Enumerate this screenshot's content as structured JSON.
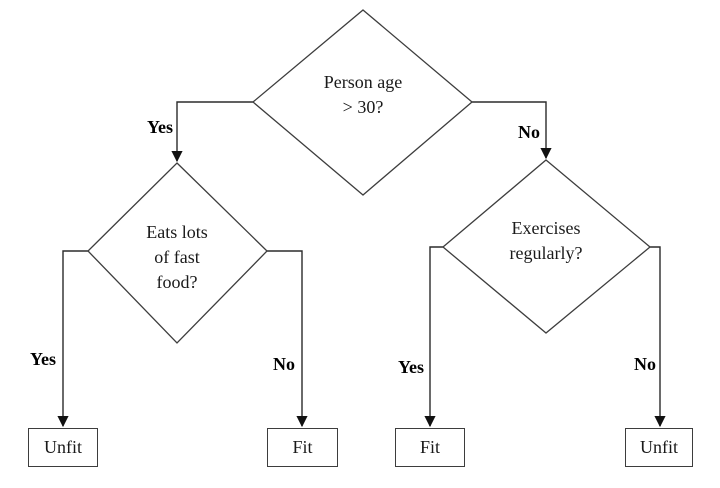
{
  "colors": {
    "background": "#ffffff",
    "stroke": "#3d3d3d",
    "arrow": "#111111",
    "text": "#1a1a1a"
  },
  "nodes": {
    "root": {
      "lines": [
        "Person age",
        "> 30?"
      ]
    },
    "fast_food": {
      "lines": [
        "Eats lots",
        "of fast",
        "food?"
      ]
    },
    "exercise": {
      "lines": [
        "Exercises",
        "regularly?"
      ]
    }
  },
  "edge_labels": {
    "root_yes": "Yes",
    "root_no": "No",
    "fast_food_yes": "Yes",
    "fast_food_no": "No",
    "exercise_yes": "Yes",
    "exercise_no": "No"
  },
  "leaves": {
    "unfit_left": "Unfit",
    "fit_left": "Fit",
    "fit_right": "Fit",
    "unfit_right": "Unfit"
  }
}
